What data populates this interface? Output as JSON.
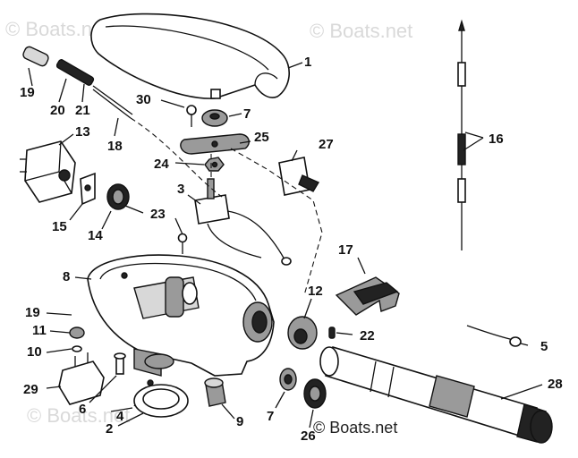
{
  "watermark": "© Boats.net",
  "callouts": {
    "p1": "1",
    "p2": "2",
    "p3": "3",
    "p4": "4",
    "p5": "5",
    "p6": "6",
    "p7a": "7",
    "p7b": "7",
    "p8": "8",
    "p9": "9",
    "p10": "10",
    "p11": "11",
    "p12": "12",
    "p13": "13",
    "p14": "14",
    "p15": "15",
    "p16": "16",
    "p17": "17",
    "p18": "18",
    "p19a": "19",
    "p19b": "19",
    "p20": "20",
    "p21": "21",
    "p22": "22",
    "p23": "23",
    "p24": "24",
    "p25": "25",
    "p26": "26",
    "p27": "27",
    "p28": "28",
    "p29": "29",
    "p30": "30"
  }
}
